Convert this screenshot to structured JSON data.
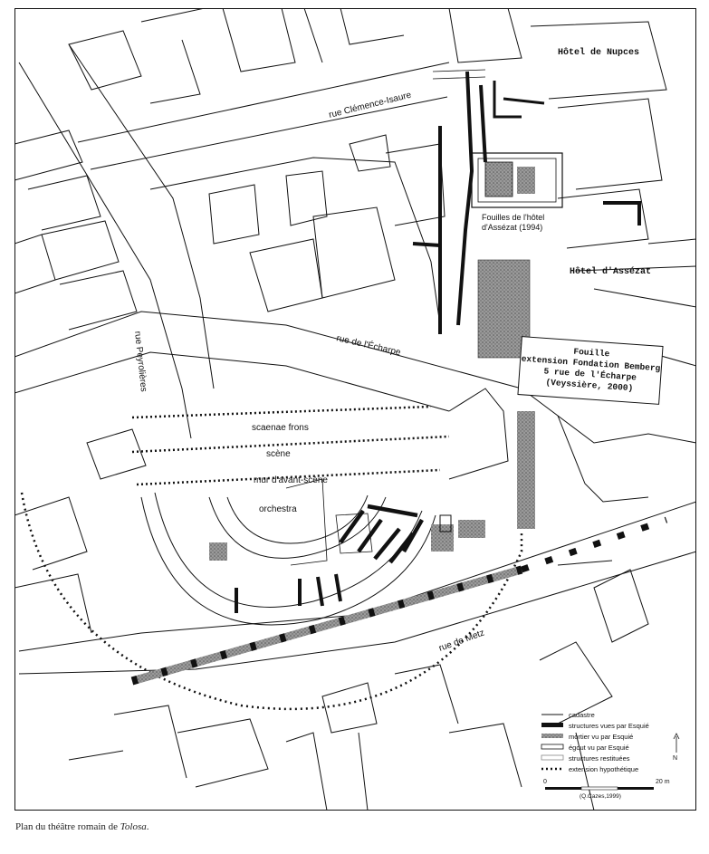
{
  "streets": {
    "clemence_isaure": "rue Clémence-Isaure",
    "peyrolieres": "rue Peyrolières",
    "echarpe": "rue de l'Écharpe",
    "metz": "rue de Metz"
  },
  "buildings": {
    "nupces": "Hôtel de Nupces",
    "assezat": "Hôtel d'Assézat"
  },
  "excavations": {
    "assezat_line1": "Fouilles de l'hôtel",
    "assezat_line2": "d'Assézat (1994)",
    "bemberg_line1": "Fouille",
    "bemberg_line2": "extension Fondation Bemberg",
    "bemberg_line3": "5 rue de l'Écharpe",
    "bemberg_line4": "(Veyssière, 2000)"
  },
  "theatre_labels": {
    "scaenae_frons": "scaenae frons",
    "scene": "scène",
    "mur_avant_scene": "mur d'avant-scène",
    "orchestra": "orchestra"
  },
  "legend": {
    "items": [
      {
        "label": "cadastre",
        "style": "line"
      },
      {
        "label": "structures vues par Esquié",
        "style": "black"
      },
      {
        "label": "mortier vu par Esquié",
        "style": "hatch"
      },
      {
        "label": "égout vu par Esquié",
        "style": "double"
      },
      {
        "label": "structures restituées",
        "style": "outline"
      },
      {
        "label": "extension hypothétique",
        "style": "dotted"
      }
    ],
    "north": "N",
    "scale_start": "0",
    "scale_end": "20 m",
    "credit": "(Q.Cazes,1999)"
  },
  "caption": {
    "prefix": "Plan du théâtre romain de ",
    "place": "Tolosa",
    "suffix": "."
  },
  "colors": {
    "ink": "#111111",
    "mortar": "#8a8a8a",
    "paper": "#ffffff"
  }
}
